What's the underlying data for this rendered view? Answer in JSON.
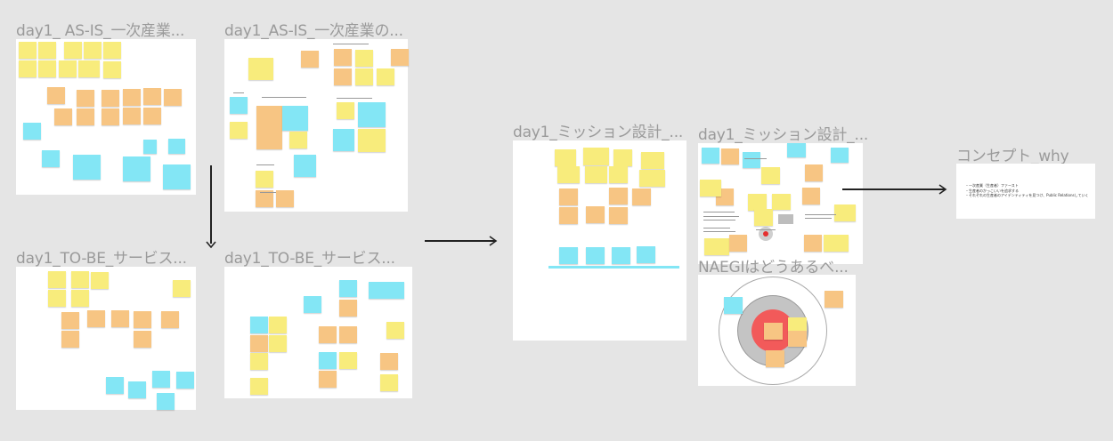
{
  "colors": {
    "canvas": "#e5e5e5",
    "sticky_yellow": "#f8ec7c",
    "sticky_orange": "#f7c583",
    "sticky_cyan": "#83e6f5",
    "target_red": "#f25a5a"
  },
  "frames": [
    {
      "title": "day1_ AS-IS_一次産業..."
    },
    {
      "title": "day1_AS-IS_一次産業の..."
    },
    {
      "title": "day1_TO-BE_サービス..."
    },
    {
      "title": "day1_TO-BE_サービス..."
    },
    {
      "title": "day1_ミッション設計_..."
    },
    {
      "title": "day1_ミッション設計_..."
    },
    {
      "title": "NAEGIはどうあるべ..."
    },
    {
      "title": "コンセプト_why"
    }
  ],
  "concept": {
    "lines": [
      "・一次産業（生産者）ファースト",
      "・生産者のかっこいいを追求する",
      "・それぞれの生産者のアイデンティティを見つけ、Public Relationsしていく"
    ]
  }
}
